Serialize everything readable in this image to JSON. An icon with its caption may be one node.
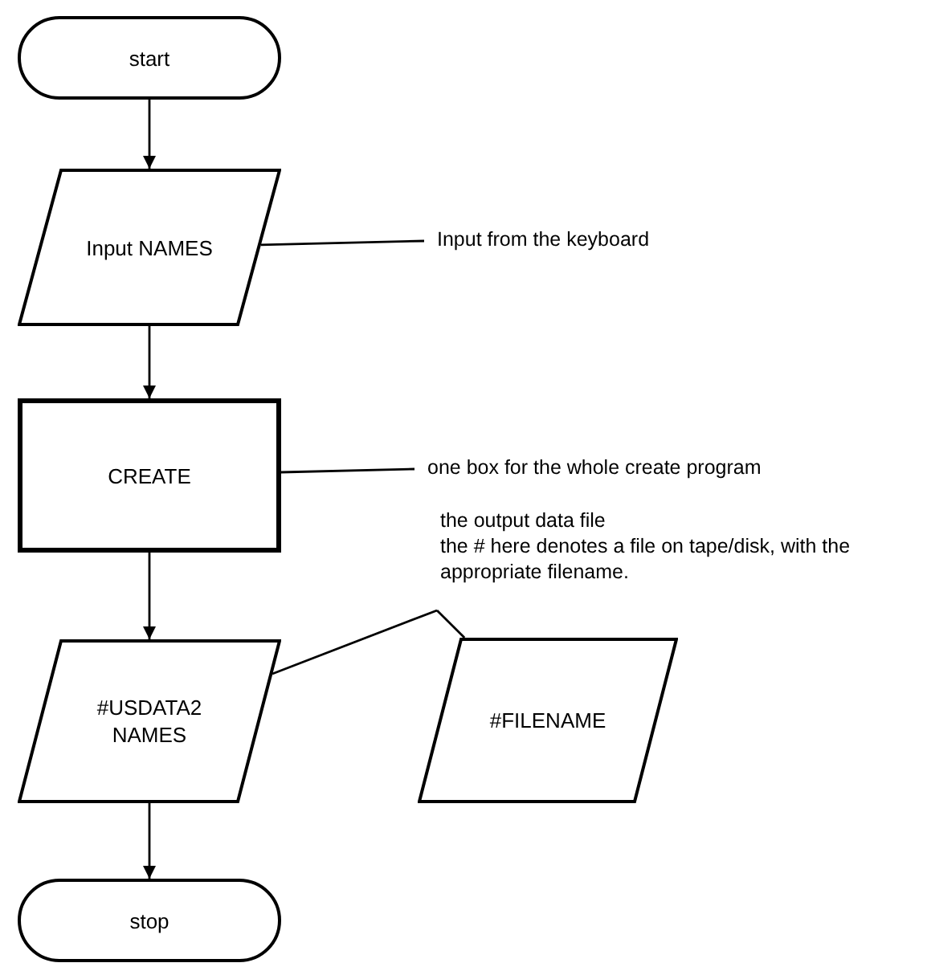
{
  "diagram": {
    "nodes": [
      {
        "text": [
          "start"
        ]
      },
      {
        "text": [
          "Input NAMES"
        ]
      },
      {
        "text": [
          "CREATE"
        ]
      },
      {
        "text": [
          "#USDATA2 NAMES"
        ]
      },
      {
        "text": [
          "stop"
        ]
      },
      {
        "text": [
          "#FILENAME"
        ]
      },
      {
        "text": [
          "Input from the keyboard"
        ]
      },
      {
        "text": [
          "one box for the whole create program"
        ]
      },
      {
        "text": [
          "the output data file",
          "the # here denotes a file on tape/disk, with the appropriate filename."
        ]
      }
    ],
    "edges": [
      {
        "from": 0,
        "to": 1,
        "arrow": "to"
      },
      {
        "from": 1,
        "to": 2,
        "arrow": "to"
      },
      {
        "from": 2,
        "to": 3,
        "arrow": "to"
      },
      {
        "from": 3,
        "to": 4,
        "arrow": "to"
      },
      {
        "from": 6,
        "to": 1,
        "arrow": "none"
      },
      {
        "from": 7,
        "to": 2,
        "arrow": "none"
      },
      {
        "from": 8,
        "to": 3,
        "arrow": "none"
      },
      {
        "from": 8,
        "to": 5,
        "arrow": "none"
      }
    ]
  }
}
